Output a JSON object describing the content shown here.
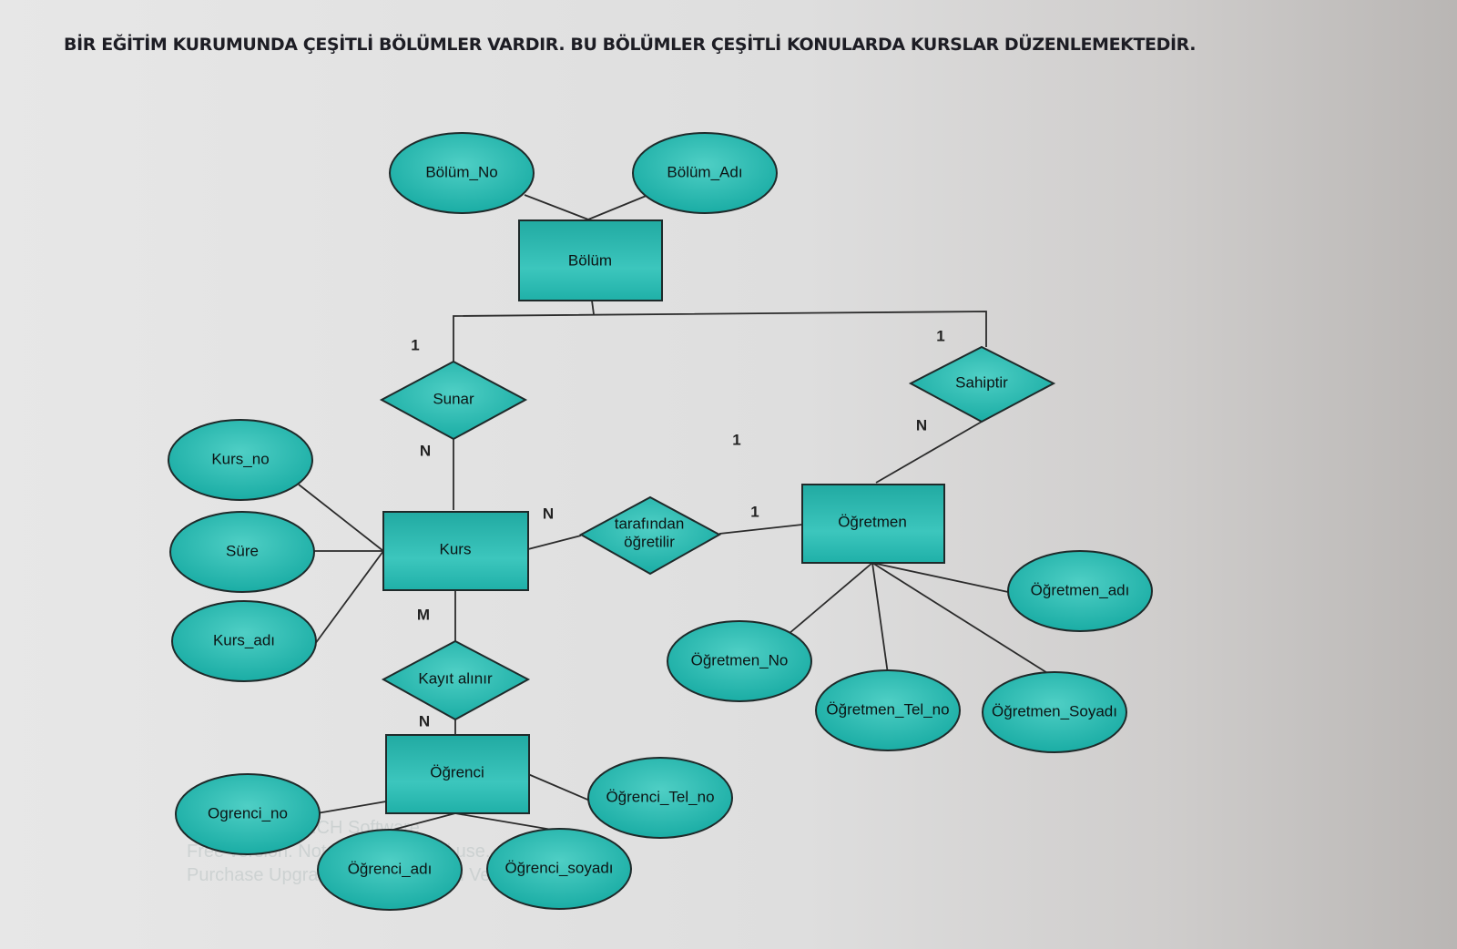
{
  "header": {
    "text": "BİR EĞİTİM KURUMUNDA ÇEŞİTLİ BÖLÜMLER VARDIR. BU BÖLÜMLER ÇEŞİTLİ KONULARDA KURSLAR DÜZENLEMEKTEDİR."
  },
  "colors": {
    "fill": "#1cb0a8",
    "fill_light": "#55d0c6",
    "outline": "#1f2a2a",
    "line": "#2b2b2b"
  },
  "entities": {
    "bolum": "Bölüm",
    "kurs": "Kurs",
    "ogrenci": "Öğrenci",
    "ogretmen": "Öğretmen"
  },
  "relationships": {
    "sunar": "Sunar",
    "sahiptir": "Sahiptir",
    "tarafindan_1": "tarafından",
    "tarafindan_2": "öğretilir",
    "kayit": "Kayıt alınır"
  },
  "attributes": {
    "bolum_no": "Bölüm_No",
    "bolum_adi": "Bölüm_Adı",
    "kurs_no": "Kurs_no",
    "sure": "Süre",
    "kurs_adi": "Kurs_adı",
    "ogretmen_adi": "Öğretmen_adı",
    "ogretmen_no": "Öğretmen_No",
    "ogretmen_tel_no": "Öğretmen_Tel_no",
    "ogretmen_soyadi": "Öğretmen_Soyadı",
    "ogrenci_tel_no": "Öğrenci_Tel_no",
    "ogrenci_no": "Ogrenci_no",
    "ogrenci_adi": "Öğrenci_adı",
    "ogrenci_soyadi": "Öğrenci_soyadı"
  },
  "cardinalities": {
    "sunar_top": "1",
    "sunar_bottom": "N",
    "sahiptir_top": "1",
    "sahiptir_bottom": "N",
    "tarafindan_left": "N",
    "tarafindan_right": "1",
    "floating": "1",
    "kayit_top": "M",
    "kayit_bottom": "N"
  },
  "watermark": {
    "line1": "ClickCharts © NCH Software",
    "line2": "Free version. Not for commercial use.",
    "line3": "Purchase Upgrade to Professional Version to remove."
  }
}
